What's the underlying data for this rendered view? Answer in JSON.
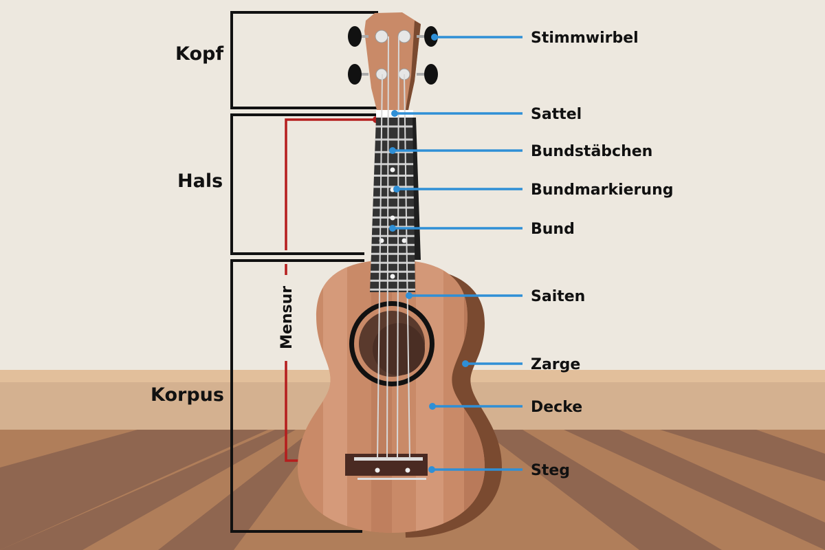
{
  "sections": {
    "head": "Kopf",
    "neck": "Hals",
    "body": "Korpus"
  },
  "scale_label": "Mensur",
  "parts": [
    {
      "label": "Stimmwirbel"
    },
    {
      "label": "Sattel"
    },
    {
      "label": "Bundstäbchen"
    },
    {
      "label": "Bundmarkierung"
    },
    {
      "label": "Bund"
    },
    {
      "label": "Saiten"
    },
    {
      "label": "Zarge"
    },
    {
      "label": "Decke"
    },
    {
      "label": "Steg"
    }
  ],
  "colors": {
    "callout": "#2f8fd6",
    "scale": "#b51d1d",
    "bracket": "#111111",
    "wood": "#c98a68"
  }
}
